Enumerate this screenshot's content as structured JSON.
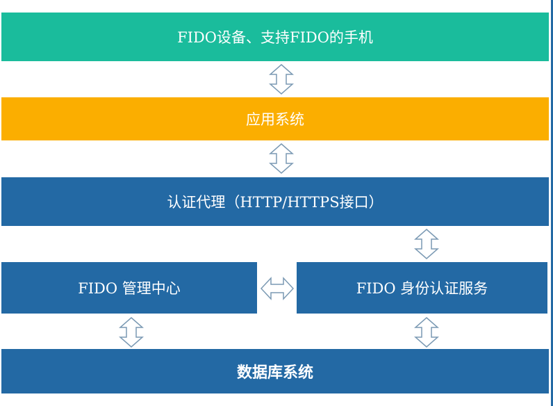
{
  "boxes": {
    "device": "FIDO设备、支持FIDO的手机",
    "app": "应用系统",
    "proxy": "认证代理（HTTP/HTTPS接口）",
    "management": "FIDO 管理中心",
    "auth_service": "FIDO 身份认证服务",
    "database": "数据库系统"
  },
  "colors": {
    "green": "#1abc9c",
    "orange": "#fbae00",
    "blue": "#2369a4",
    "arrow_stroke": "#7a99b3"
  },
  "icons": {
    "vertical": "double-arrow-vertical-icon",
    "horizontal": "double-arrow-horizontal-icon"
  }
}
